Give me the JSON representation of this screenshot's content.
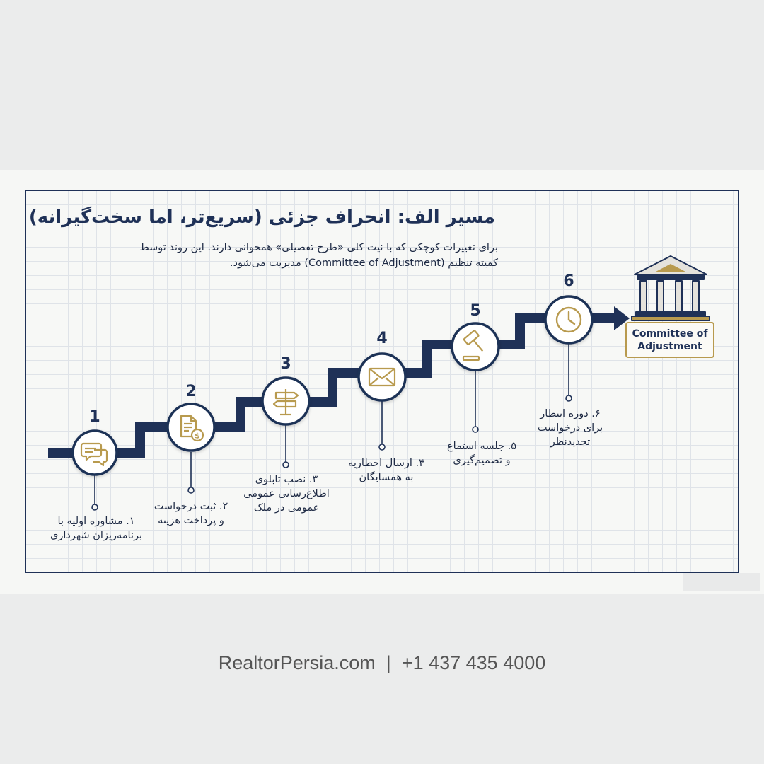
{
  "title": "مسیر الف: انحراف جزئی (سریع‌تر، اما سخت‌گیرانه)",
  "subtitle_lines": [
    "برای تغییرات کوچکی که با نیت کلی «طرح تفصیلی» همخوانی دارند. این روند توسط",
    "کمیته تنظیم (Committee of Adjustment) مدیریت می‌شود."
  ],
  "steps": [
    {
      "number": "1",
      "icon": "chat-bubbles-icon",
      "label_lines": [
        "۱. مشاوره اولیه با",
        "برنامه‌ریزان شهرداری"
      ]
    },
    {
      "number": "2",
      "icon": "document-dollar-icon",
      "label_lines": [
        "۲. ثبت درخواست",
        "و پرداخت هزینه"
      ]
    },
    {
      "number": "3",
      "icon": "signpost-icon",
      "label_lines": [
        "۳. نصب تابلوی",
        "اطلاع‌رسانی عمومی",
        "عمومی در ملک"
      ]
    },
    {
      "number": "4",
      "icon": "envelope-icon",
      "label_lines": [
        "۴. ارسال اخطاریه",
        "به همسایگان"
      ]
    },
    {
      "number": "5",
      "icon": "gavel-icon",
      "label_lines": [
        "۵. جلسه استماع",
        "و تصمیم‌گیری"
      ]
    },
    {
      "number": "6",
      "icon": "clock-icon",
      "label_lines": [
        "۶. دوره انتظار",
        "برای درخواست",
        "تجدیدنظر"
      ]
    }
  ],
  "destination": {
    "icon": "courthouse-icon",
    "label_lines": [
      "Committee of",
      "Adjustment"
    ]
  },
  "footer": "RealtorPersia.com  |  +1 437 435 4000",
  "colors": {
    "navy": "#1f3157",
    "gold": "#b89a4e",
    "grid": "#dfe3e8"
  }
}
